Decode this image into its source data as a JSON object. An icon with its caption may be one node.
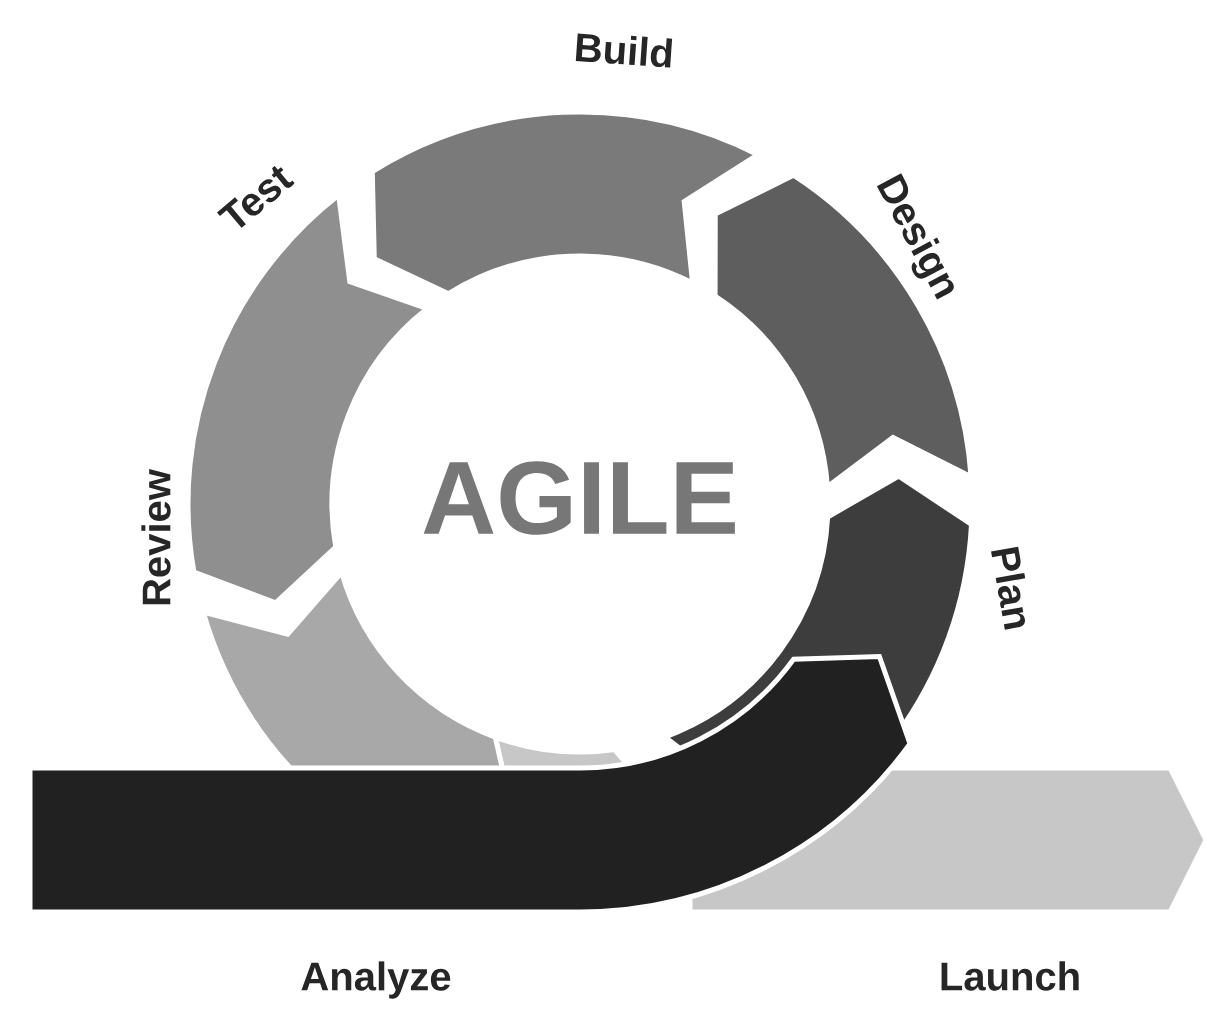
{
  "diagram": {
    "labels": [
      "Build",
      "Test",
      "Design",
      "AGILE",
      "Review",
      "Plan",
      "Analyze",
      "Launch"
    ]
  }
}
